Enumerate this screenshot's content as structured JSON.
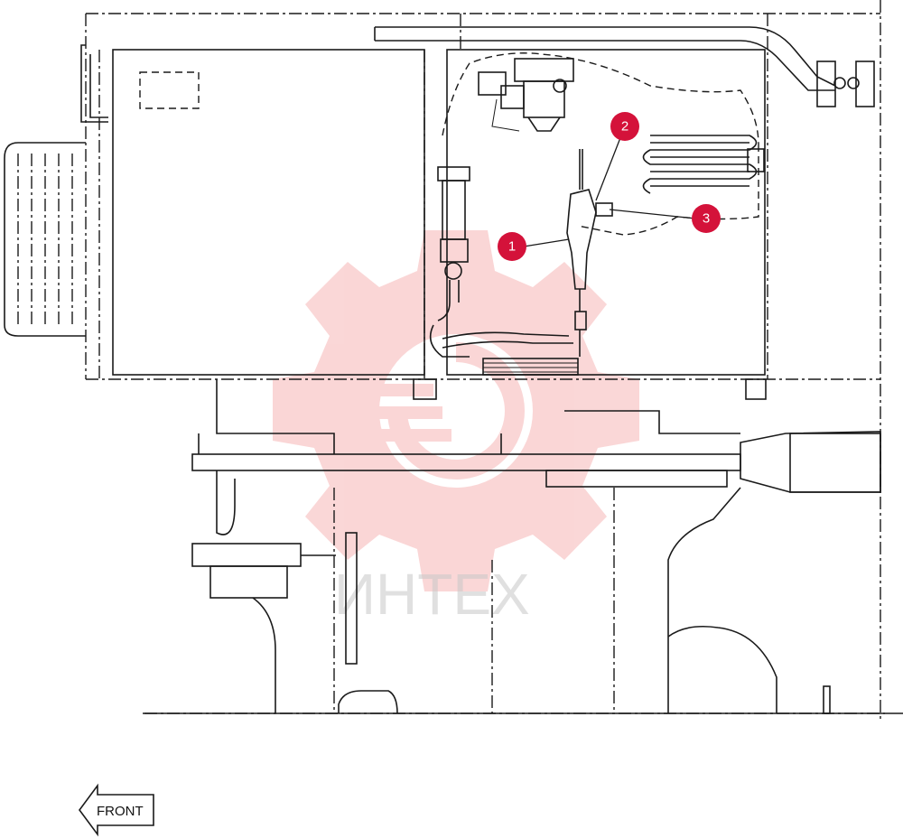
{
  "diagram": {
    "callouts": [
      {
        "number": "1"
      },
      {
        "number": "2"
      },
      {
        "number": "3"
      }
    ],
    "front_label": "FRONT",
    "watermark_text": "ИНТЕХ",
    "colors": {
      "callout": "#d4123a",
      "line": "#1a1a1a",
      "watermark": "#f4a6a6"
    }
  }
}
